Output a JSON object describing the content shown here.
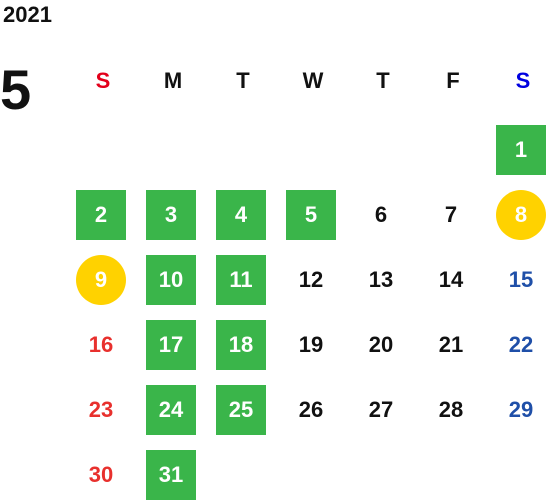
{
  "calendar": {
    "year": "2021",
    "month": "5",
    "weekdays": [
      "S",
      "M",
      "T",
      "W",
      "T",
      "F",
      "S"
    ],
    "weekday_colors": [
      "#e3001b",
      "#111111",
      "#111111",
      "#111111",
      "#111111",
      "#111111",
      "#0000e0"
    ],
    "colors": {
      "highlight_green": "#3ab54a",
      "highlight_yellow": "#ffd200",
      "sunday_red": "#e8302d",
      "saturday_blue": "#1f4fa8",
      "weekday_black": "#111111"
    },
    "days": [
      {
        "label": "1",
        "highlight": "green"
      },
      {
        "label": "2",
        "highlight": "green"
      },
      {
        "label": "3",
        "highlight": "green"
      },
      {
        "label": "4",
        "highlight": "green"
      },
      {
        "label": "5",
        "highlight": "green"
      },
      {
        "label": "6",
        "highlight": "none"
      },
      {
        "label": "7",
        "highlight": "none"
      },
      {
        "label": "8",
        "highlight": "yellow-circle"
      },
      {
        "label": "9",
        "highlight": "yellow-circle"
      },
      {
        "label": "10",
        "highlight": "green"
      },
      {
        "label": "11",
        "highlight": "green"
      },
      {
        "label": "12",
        "highlight": "none"
      },
      {
        "label": "13",
        "highlight": "none"
      },
      {
        "label": "14",
        "highlight": "none"
      },
      {
        "label": "15",
        "highlight": "none"
      },
      {
        "label": "16",
        "highlight": "none"
      },
      {
        "label": "17",
        "highlight": "green"
      },
      {
        "label": "18",
        "highlight": "green"
      },
      {
        "label": "19",
        "highlight": "none"
      },
      {
        "label": "20",
        "highlight": "none"
      },
      {
        "label": "21",
        "highlight": "none"
      },
      {
        "label": "22",
        "highlight": "none"
      },
      {
        "label": "23",
        "highlight": "none"
      },
      {
        "label": "24",
        "highlight": "green"
      },
      {
        "label": "25",
        "highlight": "green"
      },
      {
        "label": "26",
        "highlight": "none"
      },
      {
        "label": "27",
        "highlight": "none"
      },
      {
        "label": "28",
        "highlight": "none"
      },
      {
        "label": "29",
        "highlight": "none"
      },
      {
        "label": "30",
        "highlight": "none"
      },
      {
        "label": "31",
        "highlight": "green"
      }
    ]
  }
}
